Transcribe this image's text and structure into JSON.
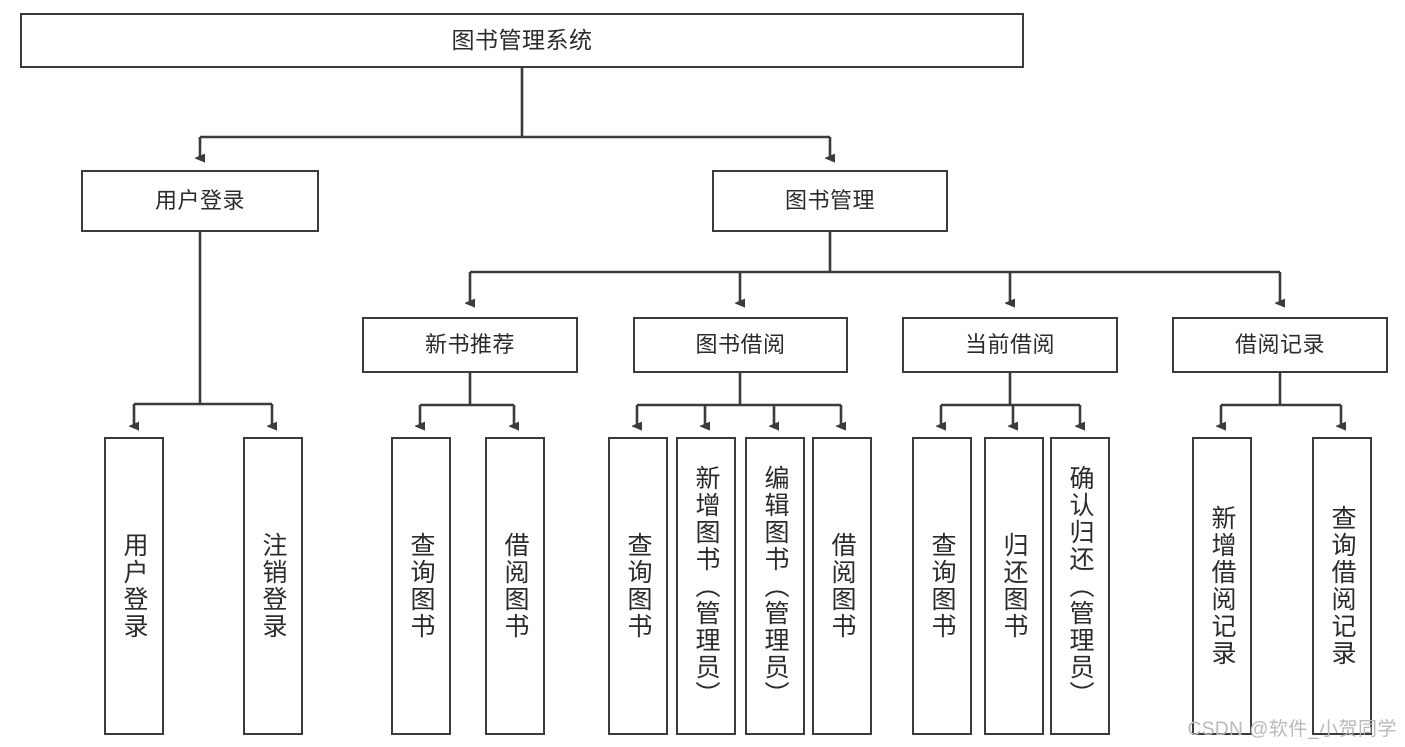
{
  "diagram": {
    "title": "图书管理系统",
    "type": "tree-hierarchy",
    "watermark": "CSDN @软件_小贺同学",
    "colors": {
      "background": "#ffffff",
      "border": "#3b3b3b",
      "text": "#2b2b2b",
      "edge": "#3b3b3b",
      "watermark": "#b9b9b9"
    }
  },
  "nodes": {
    "root": {
      "label": "图书管理系统"
    },
    "level2": [
      {
        "label": "用户登录"
      },
      {
        "label": "图书管理"
      }
    ],
    "level3": [
      {
        "label": "新书推荐"
      },
      {
        "label": "图书借阅"
      },
      {
        "label": "当前借阅"
      },
      {
        "label": "借阅记录"
      }
    ],
    "leaves": {
      "user_login": [
        {
          "label": "用户登录"
        },
        {
          "label": "注销登录"
        }
      ],
      "new_book_recommend": [
        {
          "label": "查询图书"
        },
        {
          "label": "借阅图书"
        }
      ],
      "book_borrow": [
        {
          "label": "查询图书"
        },
        {
          "label": "新增图书（管理员）"
        },
        {
          "label": "编辑图书（管理员）"
        },
        {
          "label": "借阅图书"
        }
      ],
      "current_borrow": [
        {
          "label": "查询图书"
        },
        {
          "label": "归还图书"
        },
        {
          "label": "确认归还（管理员）"
        }
      ],
      "borrow_record": [
        {
          "label": "新增借阅记录"
        },
        {
          "label": "查询借阅记录"
        }
      ]
    }
  }
}
